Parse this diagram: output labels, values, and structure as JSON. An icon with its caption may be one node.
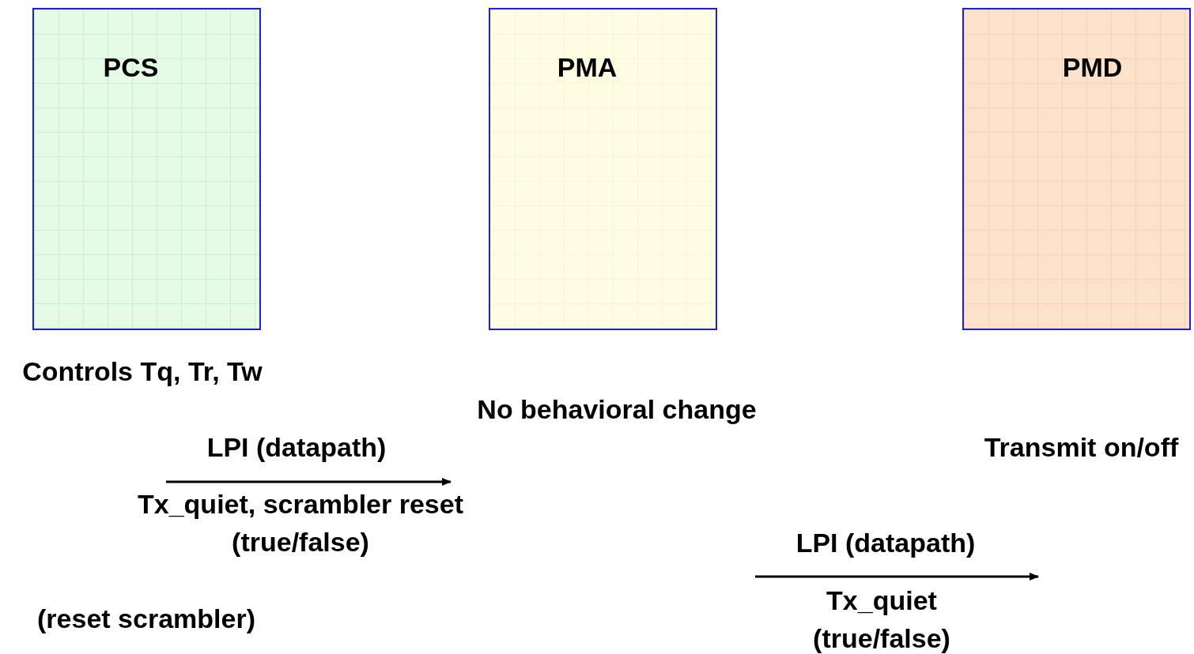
{
  "diagram": {
    "nodes": [
      {
        "text": [
          "PCS"
        ]
      },
      {
        "text": [
          "PMA"
        ]
      },
      {
        "text": [
          "PMD"
        ]
      }
    ],
    "labels": [
      "Controls Tq, Tr, Tw",
      "No behavioral change",
      "LPI (datapath)",
      "Transmit on/off",
      "Tx_quiet, scrambler reset (true/false)",
      "LPI (datapath)",
      "Tx_quiet (true/false)",
      "(reset scrambler)"
    ]
  }
}
